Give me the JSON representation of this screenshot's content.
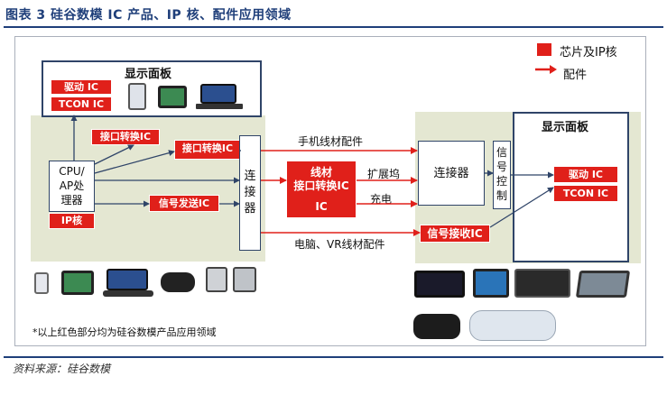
{
  "title": "图表 3   硅谷数模 IC 产品、IP 核、配件应用领域",
  "legend": {
    "chip_label": "芯片及IP核",
    "accessory_label": "配件",
    "chip_color": "#e0201a",
    "arrow_color": "#e0201a"
  },
  "left_display": {
    "title": "显示面板",
    "driver_ic": "驱动 IC",
    "tcon_ic": "TCON IC"
  },
  "left_chips": {
    "iface_conv_1": "接口转换IC",
    "iface_conv_2": "接口转换IC",
    "cpu_line1": "CPU/",
    "cpu_line2": "AP处",
    "cpu_line3": "理器",
    "ip_core": "IP核",
    "signal_tx": "信号发送IC",
    "connector": "连\n接\n器"
  },
  "middle": {
    "phone_cable": "手机线材配件",
    "cable_conv_line1": "线材",
    "cable_conv_line2": "接口转换IC",
    "cable_conv_extra": "IC",
    "dock": "扩展坞",
    "charge": "充电",
    "pc_vr_cable": "电脑、VR线材配件"
  },
  "right": {
    "connector": "连接器",
    "signal_ctrl": "信\n号\n控\n制",
    "signal_rx": "信号接收IC",
    "display_title": "显示面板",
    "driver_ic": "驱动 IC",
    "tcon_ic": "TCON IC"
  },
  "devices_left": [
    "phone-icon",
    "tablet-icon",
    "laptop-icon"
  ],
  "devices_bottom_left": [
    "tablet-icon",
    "tablet-icon",
    "laptop-icon",
    "gamepad-icon",
    "camera-icon"
  ],
  "devices_bottom_right": [
    "monitor-icon",
    "monitor-icon",
    "tv-icon",
    "display-icon",
    "vr-headset-icon",
    "car-icon"
  ],
  "footnote": "*以上红色部分均为硅谷数模产品应用领域",
  "source": "资料来源：硅谷数模"
}
